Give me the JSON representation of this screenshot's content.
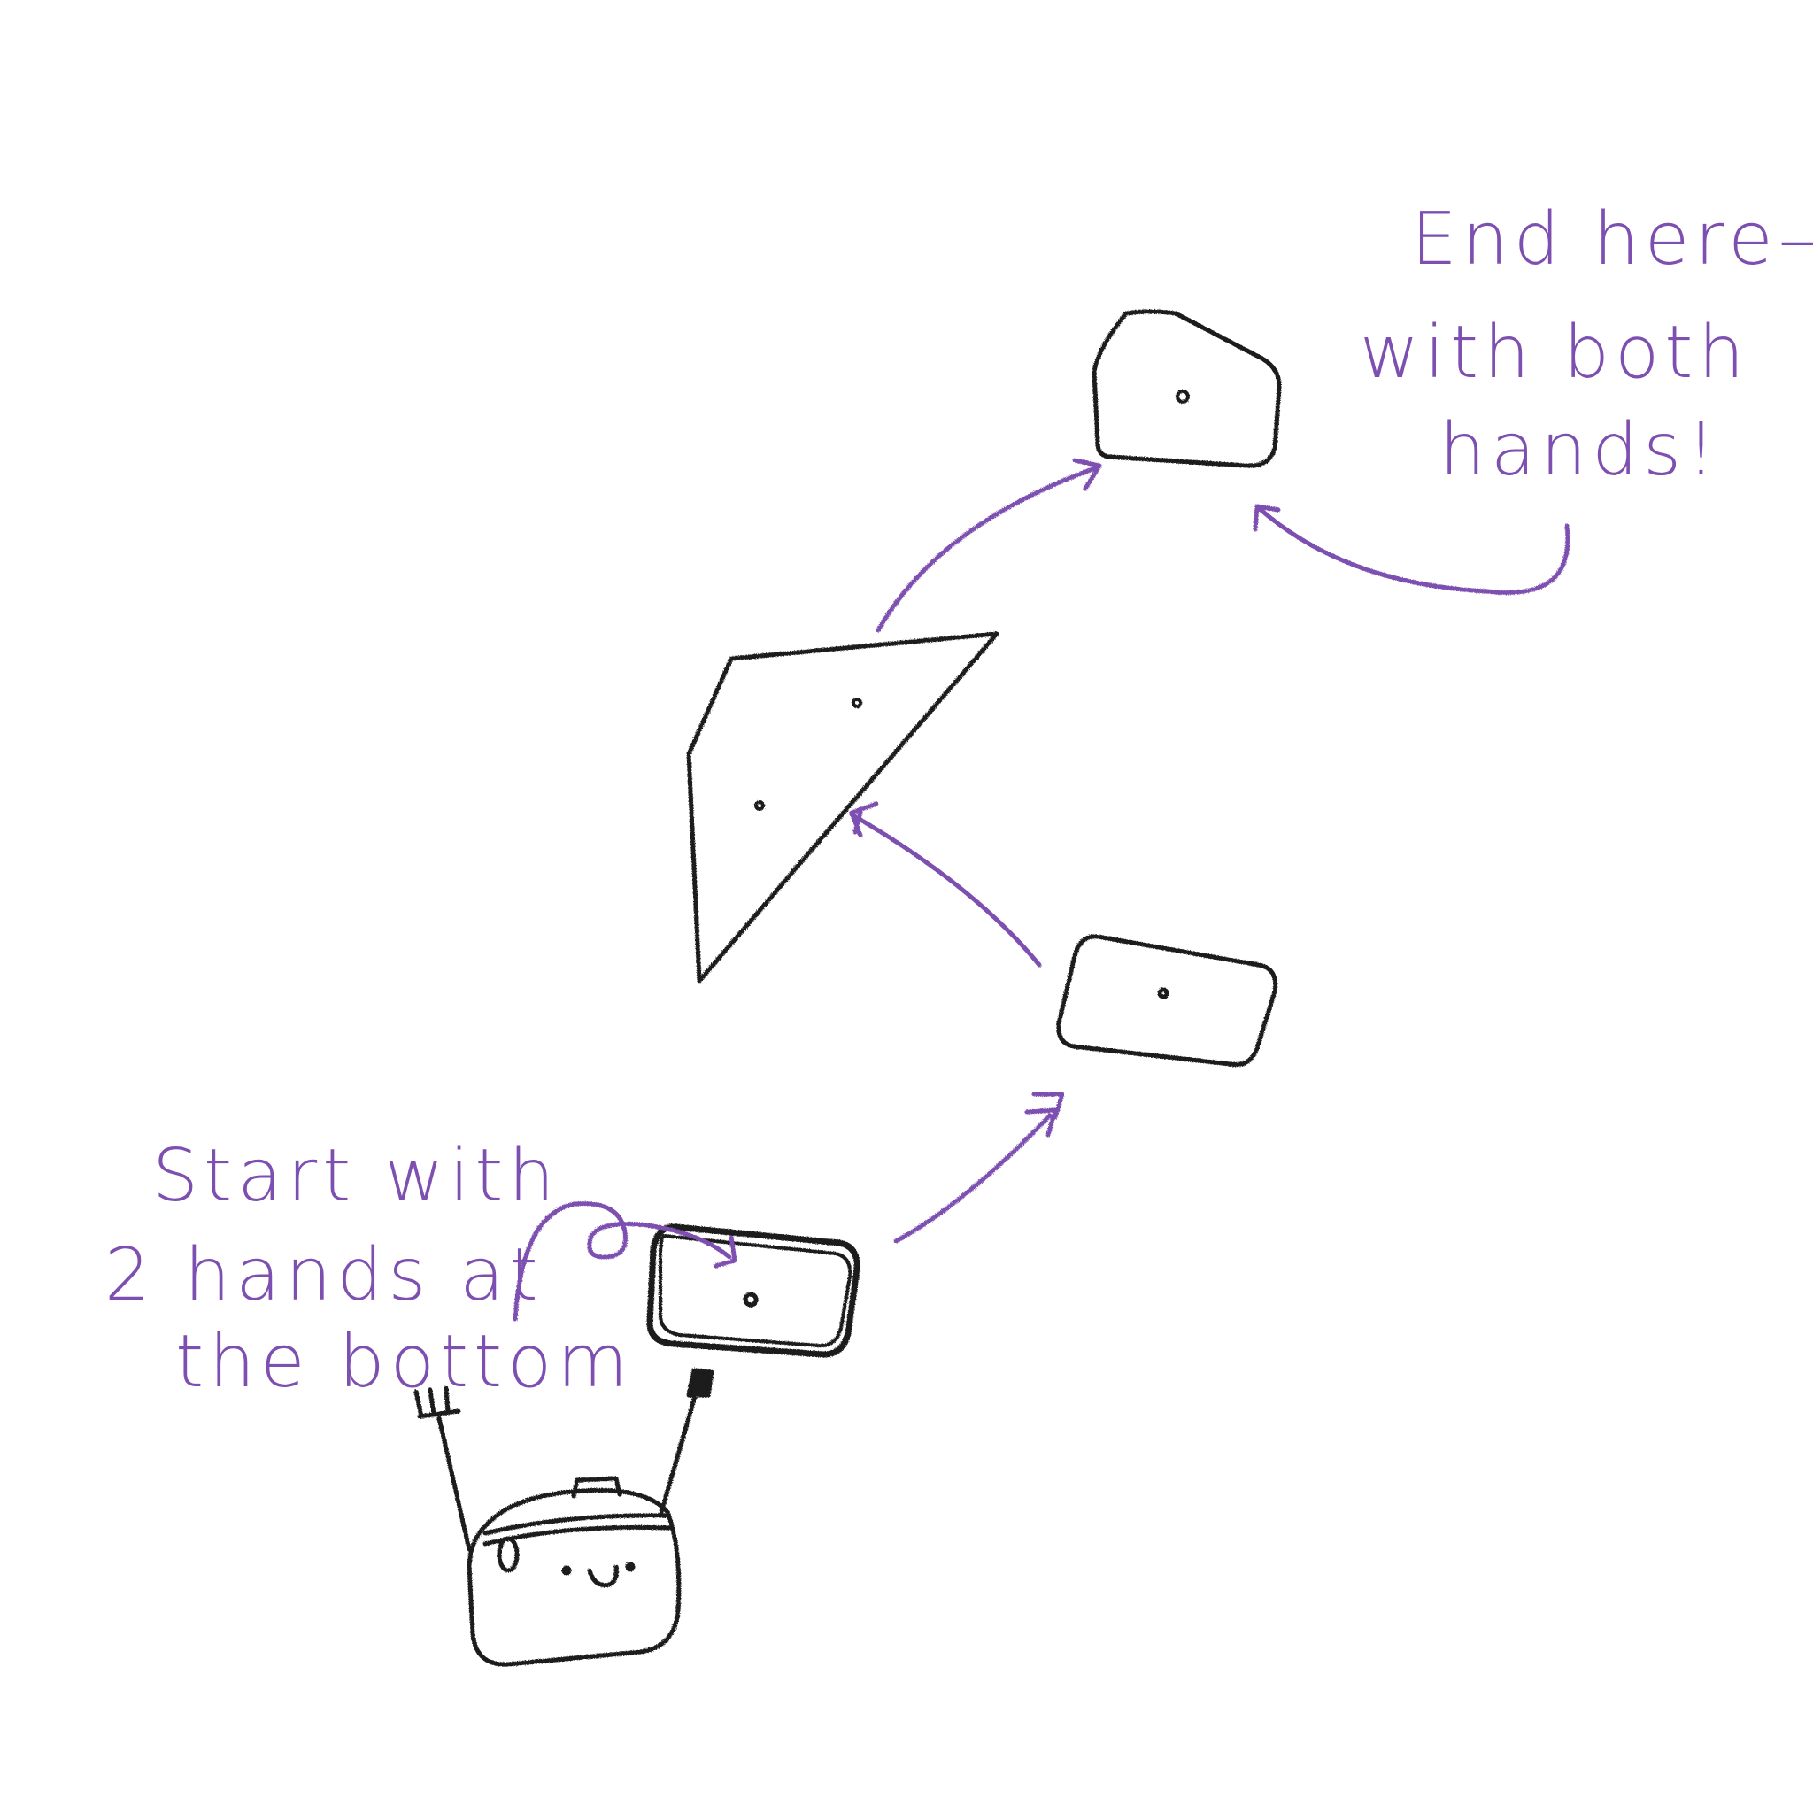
{
  "notes": {
    "start": [
      "Start with",
      "2 hands at",
      "the bottom"
    ],
    "end": [
      "End here—",
      "with both",
      "hands!"
    ]
  },
  "colors": {
    "ink": "#1a1a1a",
    "annotation": "#7d4fb0",
    "background": "#ffffff"
  }
}
